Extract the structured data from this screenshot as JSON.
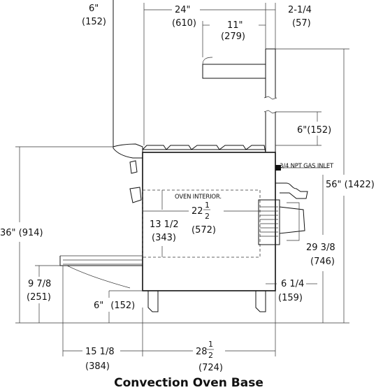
{
  "dimensions": {
    "left_shelf": {
      "in": "6\"",
      "mm": "(152)"
    },
    "width": {
      "in": "24\"",
      "mm": "(610)"
    },
    "flue_depth": {
      "in": "11\"",
      "mm": "(279)"
    },
    "flue_offset": {
      "in": "2-1/4",
      "mm": "(57)"
    },
    "backguard": {
      "in": "6\"",
      "mm": "(152)"
    },
    "gas_inlet": "3/4 NPT GAS INLET",
    "oven_interior": "OVEN INTERIOR.",
    "interior_width": {
      "whole": "22",
      "num": "1",
      "den": "2",
      "mm": "(572)"
    },
    "interior_height": {
      "in": "13 1/2",
      "mm": "(343)"
    },
    "overall_height": {
      "in": "56\" (1422)"
    },
    "work_height": {
      "in": "36\" (914)"
    },
    "inlet_height": {
      "in": "29 3/8",
      "mm": "(746)"
    },
    "leg_offset": {
      "in": "6 1/4",
      "mm": "(159)"
    },
    "door_height": {
      "in": "9 7/8",
      "mm": "(251)"
    },
    "leg_height": {
      "in": "6\"",
      "mm": "(152)"
    },
    "door_swing": {
      "in": "15 1/8",
      "mm": "(384)"
    },
    "overall_depth": {
      "whole": "28",
      "num": "1",
      "den": "2",
      "mm": "(724)"
    }
  },
  "caption": "Convection Oven Base"
}
